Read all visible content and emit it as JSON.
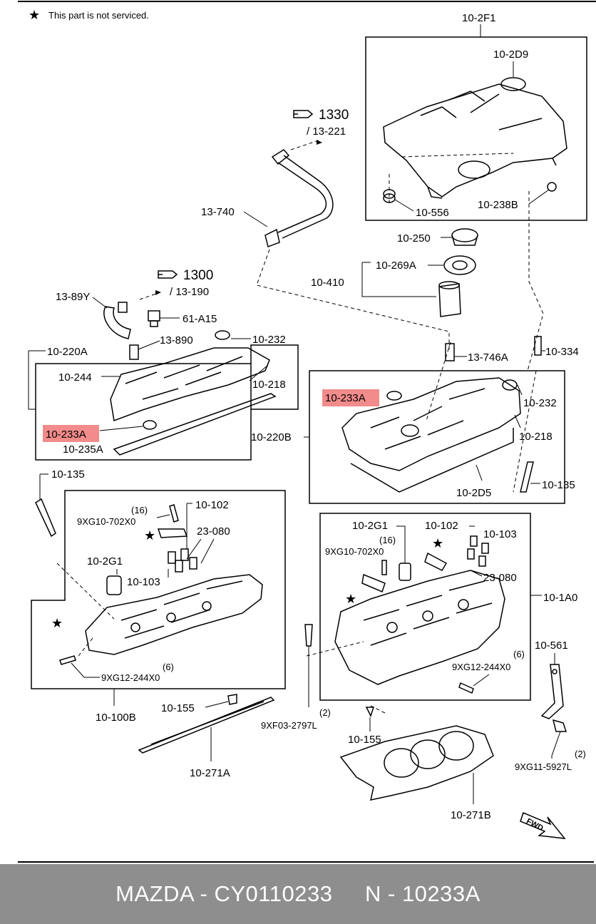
{
  "note": {
    "star": "★",
    "text": "This part is not serviced."
  },
  "labels": {
    "l_102F1": "10-2F1",
    "l_102D9": "10-2D9",
    "l_1330": "1330",
    "l_13221": "/ 13-221",
    "l_13740": "13-740",
    "l_10556": "10-556",
    "l_10238B": "10-238B",
    "l_10250": "10-250",
    "l_10269A": "10-269A",
    "l_10410": "10-410",
    "l_1300": "1300",
    "l_13190": "/ 13-190",
    "l_1389Y": "13-89Y",
    "l_61A15": "61-A15",
    "l_13890": "13-890",
    "l_10232a": "10-232",
    "l_10220A": "10-220A",
    "l_10244": "10-244",
    "l_10218a": "10-218",
    "l_10233A_left": "10-233A",
    "l_10235A": "10-235A",
    "l_10220B": "10-220B",
    "l_13746A": "13-746A",
    "l_10334": "10-334",
    "l_10233A_right": "10-233A",
    "l_10232b": "10-232",
    "l_10218b": "10-218",
    "l_102D5": "10-2D5",
    "l_10135a": "10-135",
    "l_10135b": "10-135",
    "l_10102a": "10-102",
    "l_16a": "(16)",
    "l_9XG10a": "9XG10-702X0",
    "l_23080a": "23-080",
    "l_102G1a": "10-2G1",
    "l_10103a": "10-103",
    "l_6a": "(6)",
    "l_9XG12a": "9XG12-244X0",
    "l_10100B": "10-100B",
    "l_102G1b": "10-2G1",
    "l_10102b": "10-102",
    "l_16b": "(16)",
    "l_10103b": "10-103",
    "l_9XG10b": "9XG10-702X0",
    "l_23080b": "23-080",
    "l_101A0": "10-1A0",
    "l_10561": "10-561",
    "l_6b": "(6)",
    "l_9XG12b": "9XG12-244X0",
    "l_10155a": "10-155",
    "l_2a": "(2)",
    "l_9XF03": "9XF03-2797L",
    "l_10155b": "10-155",
    "l_10271A": "10-271A",
    "l_10271B": "10-271B",
    "l_2b": "(2)",
    "l_9XG11": "9XG11-5927L",
    "l_fwd": "FWD"
  },
  "footer": {
    "text": "MAZDA - CY0110233     N - 10233A"
  },
  "colors": {
    "highlight": "#f28b8b",
    "footer_bg": "#8e8e8e"
  }
}
